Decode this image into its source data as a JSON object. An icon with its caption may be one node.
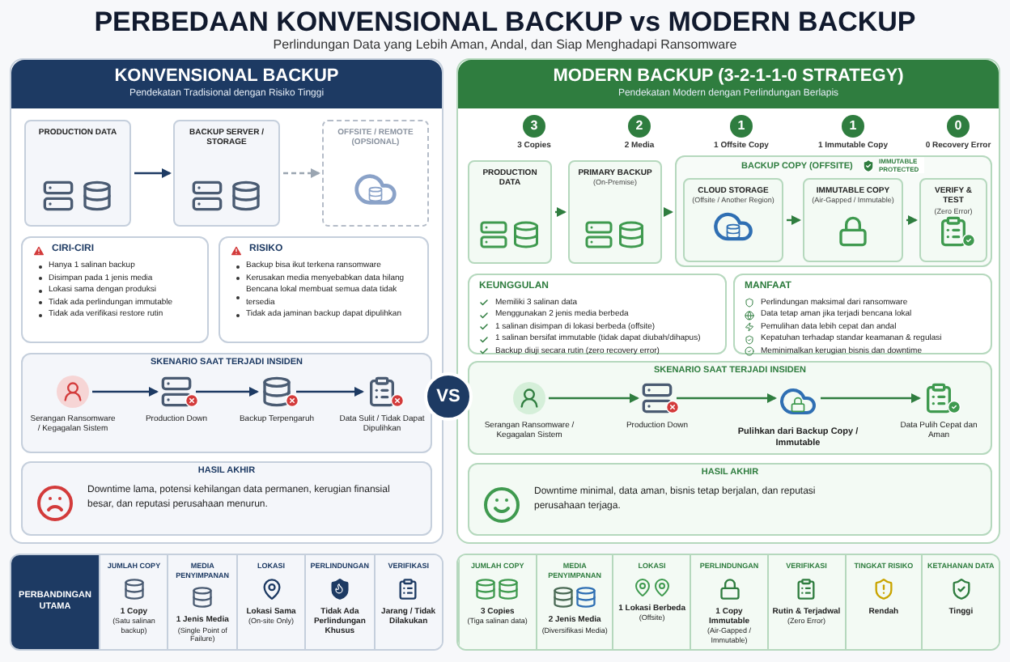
{
  "diagram": {
    "title": "PERBEDAAN KONVENSIONAL BACKUP vs MODERN BACKUP",
    "nodes": [
      {
        "text": [
          "KONVENSIONAL BACKUP",
          "Pendekatan Tradisional dengan Risiko Tinggi"
        ]
      },
      {
        "text": [
          "PRODUCTION DATA"
        ],
        "in": 0
      },
      {
        "text": [
          "BACKUP SERVER / STORAGE"
        ],
        "in": 0
      },
      {
        "text": [
          "OFFSITE / REMOTE (OPSIONAL)"
        ],
        "in": 0
      },
      {
        "text": [
          "CIRI-CIRI",
          "Hanya 1 salinan backup",
          "Disimpan pada 1 jenis media",
          "Lokasi sama dengan produksi",
          "Tidak ada perlindungan immutable",
          "Tidak ada verifikasi restore rutin"
        ],
        "in": 0
      },
      {
        "text": [
          "RISIKO",
          "Backup bisa ikut terkena ransomware",
          "Kerusakan media menyebabkan data hilang",
          "Bencana lokal membuat semua data tidak tersedia",
          "Tidak ada jaminan backup dapat dipulihkan"
        ],
        "in": 0
      },
      {
        "text": [
          "SKENARIO SAAT TERJADI INSIDEN"
        ],
        "in": 0
      },
      {
        "text": [
          "Serangan Ransomware / Kegagalan Sistem"
        ],
        "in": 6
      },
      {
        "text": [
          "Production Down"
        ],
        "in": 6
      },
      {
        "text": [
          "Backup Terpengaruh"
        ],
        "in": 6
      },
      {
        "text": [
          "Data Sulit / Tidak Dapat Dipulihkan"
        ],
        "in": 6
      },
      {
        "text": [
          "HASIL AKHIR",
          "Downtime lama, potensi kehilangan data permanen, kerugian finansial besar, dan reputasi perusahaan menurun."
        ],
        "in": 0
      },
      {
        "text": [
          "MODERN BACKUP (3-2-1-1-0 STRATEGY)",
          "Pendekatan Modern dengan Perlindungan Berlapis"
        ]
      },
      {
        "text": [
          "3"
        ],
        "beside": [
          "3 Copies"
        ],
        "in": 12
      },
      {
        "text": [
          "2"
        ],
        "beside": [
          "2 Media"
        ],
        "in": 12
      },
      {
        "text": [
          "1"
        ],
        "beside": [
          "1 Offsite Copy"
        ],
        "in": 12
      },
      {
        "text": [
          "1"
        ],
        "beside": [
          "1 Immutable Copy"
        ],
        "in": 12
      },
      {
        "text": [
          "0"
        ],
        "beside": [
          "0 Recovery Error"
        ],
        "in": 12
      },
      {
        "text": [
          "PRODUCTION DATA"
        ],
        "in": 12
      },
      {
        "text": [
          "PRIMARY BACKUP",
          "(On-Premise)"
        ],
        "in": 12
      },
      {
        "text": [
          "BACKUP COPY (OFFSITE)"
        ],
        "in": 12
      },
      {
        "text": [
          "CLOUD STORAGE",
          "(Offsite / Another Region)"
        ],
        "in": 20
      },
      {
        "text": [
          "IMMUTABLE COPY",
          "(Air-Gapped / Immutable)"
        ],
        "in": 20
      },
      {
        "text": [
          "VERIFY & TEST",
          "(Zero Error)"
        ],
        "in": 20
      },
      {
        "text": [
          "KEUNGGULAN",
          "Memiliki 3 salinan data",
          "Menggunakan 2 jenis media berbeda",
          "1 salinan disimpan di lokasi berbeda (offsite)",
          "1 salinan bersifat immutable (tidak dapat diubah/dihapus)",
          "Backup diuji secara rutin (zero recovery error)"
        ],
        "in": 12
      },
      {
        "text": [
          "MANFAAT",
          "Perlindungan maksimal dari ransomware",
          "Data tetap aman jika terjadi bencana lokal",
          "Pemulihan data lebih cepat dan andal",
          "Kepatuhan terhadap standar keamanan & regulasi",
          "Meminimalkan kerugian bisnis dan downtime"
        ],
        "in": 12
      },
      {
        "text": [
          "SKENARIO SAAT TERJADI INSIDEN"
        ],
        "in": 12
      },
      {
        "text": [
          "Serangan Ransomware / Kegagalan Sistem"
        ],
        "in": 26
      },
      {
        "text": [
          "Production Down"
        ],
        "in": 26
      },
      {
        "text": [
          "Pulihkan dari Backup Copy / Immutable"
        ],
        "in": 26
      },
      {
        "text": [
          "Data Pulih Cepat dan Aman"
        ],
        "in": 26
      },
      {
        "text": [
          "HASIL AKHIR",
          "Downtime minimal, data aman, bisnis tetap berjalan, dan reputasi perusahaan terjaga."
        ],
        "in": 12
      },
      {
        "text": [
          "VS"
        ]
      }
    ],
    "edges": [
      {
        "from": 1,
        "to": 2,
        "arrow": "to",
        "color": "#1d3a63"
      },
      {
        "from": 2,
        "to": 3,
        "arrow": "to",
        "style": "dashed",
        "color": "#9aa5b1"
      },
      {
        "from": 7,
        "to": 8,
        "arrow": "to",
        "color": "#1d3a63"
      },
      {
        "from": 8,
        "to": 9,
        "arrow": "to",
        "color": "#1d3a63"
      },
      {
        "from": 9,
        "to": 10,
        "arrow": "to",
        "color": "#1d3a63"
      },
      {
        "from": 18,
        "to": 19,
        "arrow": "to"
      },
      {
        "from": 19,
        "to": 20,
        "arrow": "to"
      },
      {
        "from": 21,
        "to": 22,
        "arrow": "to"
      },
      {
        "from": 22,
        "to": 23,
        "arrow": "to"
      },
      {
        "from": 27,
        "to": 28,
        "arrow": "to"
      },
      {
        "from": 28,
        "to": 29,
        "arrow": "to"
      },
      {
        "from": 29,
        "to": 30,
        "arrow": "to"
      }
    ],
    "labels": [
      "Perlindungan Data yang Lebih Aman, Andal, dan Siap Menghadapi Ransomware",
      "IMMUTABLE PROTECTED",
      "PERBANDINGAN UTAMA",
      "JUMLAH COPY",
      "1 Copy",
      "(Satu salinan backup)",
      "MEDIA PENYIMPANAN",
      "1 Jenis Media",
      "(Single Point of Failure)",
      "LOKASI",
      "Lokasi Sama",
      "(On-site Only)",
      "PERLINDUNGAN",
      "Tidak Ada Perlindungan Khusus",
      "VERIFIKASI",
      "Jarang / Tidak Dilakukan",
      "JUMLAH COPY",
      "3 Copies",
      "(Tiga salinan data)",
      "MEDIA PENYIMPANAN",
      "2 Jenis Media",
      "(Diversifikasi Media)",
      "LOKASI",
      "1 Lokasi Berbeda",
      "(Offsite)",
      "PERLINDUNGAN",
      "1 Copy Immutable",
      "(Air-Gapped / Immutable)",
      "VERIFIKASI",
      "Rutin & Terjadwal",
      "(Zero Error)",
      "TINGKAT RISIKO",
      "Rendah",
      "KETAHANAN DATA",
      "Tinggi"
    ]
  }
}
